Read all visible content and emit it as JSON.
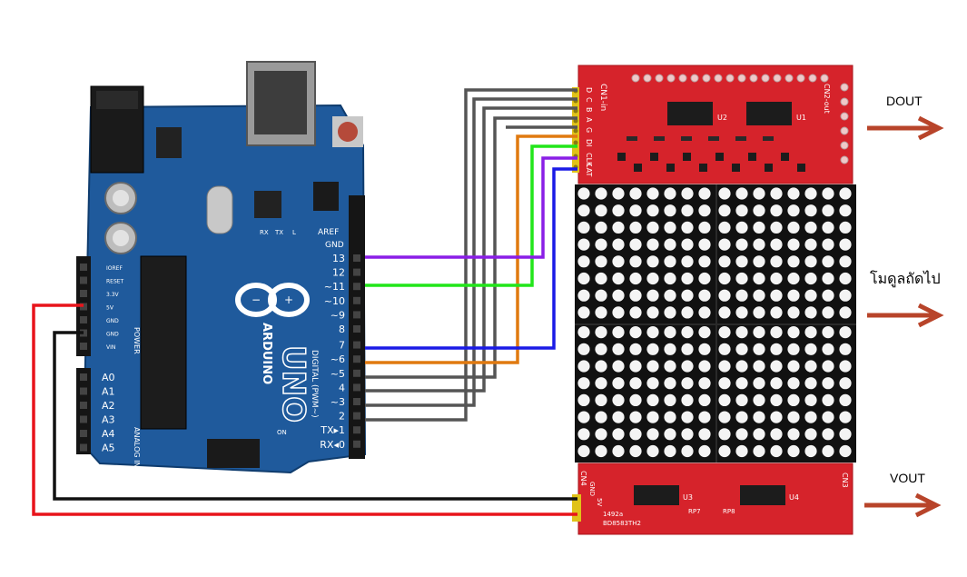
{
  "colors": {
    "arduino_board": "#1f5a9c",
    "arduino_board_dark": "#164a84",
    "matrix_pcb": "#d6232b",
    "led_on": "#f4f4f4",
    "led_bg": "#111111",
    "arrow": "#b8442a",
    "wire_red": "#e8141b",
    "wire_black": "#111111",
    "wire_gray": "#555555",
    "wire_purple": "#8a1ee6",
    "wire_green": "#22e61a",
    "wire_orange": "#e07a10",
    "wire_blue": "#1a1ae6"
  },
  "arduino": {
    "name_text": "ARDUINO",
    "model_text": "UNO",
    "digital_header_label": "DIGITAL (PWM~)",
    "analog_header_label": "ANALOG IN",
    "power_header_label": "POWER",
    "aref": "AREF",
    "gnd_top": "GND",
    "digital_pins": [
      "13",
      "12",
      "~11",
      "~10",
      "~9",
      "8",
      "7",
      "~6",
      "~5",
      "4",
      "~3",
      "2",
      "TX▸1",
      "RX◂0"
    ],
    "power_pins": [
      "IOREF",
      "RESET",
      "3.3V",
      "5V",
      "GND",
      "GND",
      "VIN"
    ],
    "analog_pins": [
      "A0",
      "A1",
      "A2",
      "A3",
      "A4",
      "A5"
    ],
    "tx": "TX",
    "rx": "RX",
    "l_led": "L",
    "on_led": "ON"
  },
  "matrix_module": {
    "top_connector": "CN1-in",
    "top_out": "CN2-out",
    "input_pins": [
      "D",
      "C",
      "B",
      "A",
      "G",
      "DI",
      "CLK",
      "LAT"
    ],
    "chip_labels": [
      "U2",
      "U1"
    ],
    "bottom_connector_left": "CN4",
    "bottom_connector_right": "CN3",
    "bottom_pins": [
      "GND",
      "5V"
    ],
    "bottom_chips": [
      "U3",
      "U4"
    ],
    "rp_labels": [
      "RP7",
      "RP8"
    ],
    "code": "1492a",
    "serial": "BD8583TH2",
    "led_rows": 16,
    "led_cols": 16
  },
  "labels": {
    "dout": "DOUT",
    "next_module": "โมดูลถัดไป",
    "vout": "VOUT"
  }
}
